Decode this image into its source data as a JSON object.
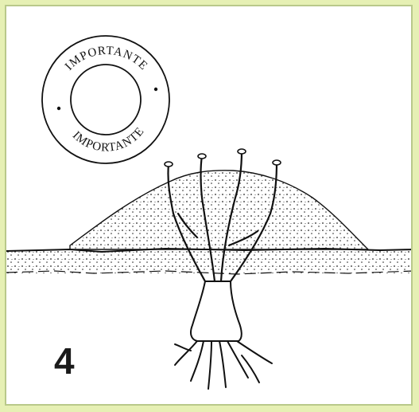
{
  "stamp": {
    "top_text": "IMPORTANTE",
    "bottom_text": "IMPORTANTE"
  },
  "step_number": "4",
  "colors": {
    "background": "#e6f0b4",
    "frame_border": "#b9c98a",
    "ink": "#111111"
  }
}
